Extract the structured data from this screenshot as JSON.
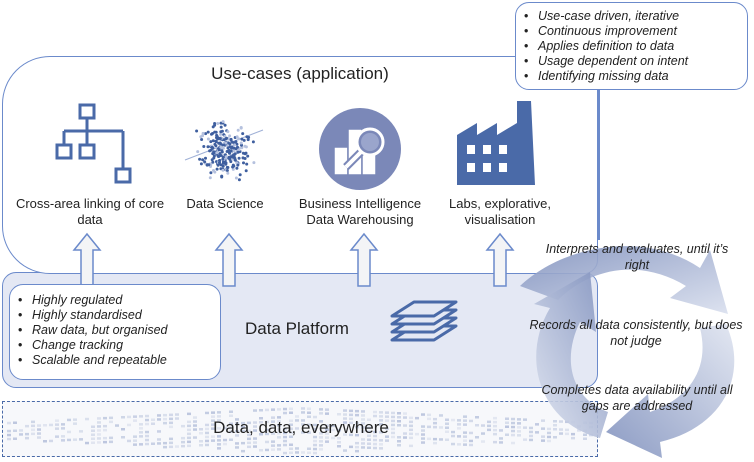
{
  "principles": {
    "items": [
      "Use-case driven, iterative",
      "Continuous improvement",
      "Applies definition to data",
      "Usage dependent on intent",
      "Identifying missing data"
    ]
  },
  "use_cases": {
    "title": "Use-cases (application)",
    "items": [
      {
        "icon": "hierarchy-icon",
        "label_lines": [
          "Cross-area linking of core",
          "data"
        ]
      },
      {
        "icon": "scatter-plot-icon",
        "label_lines": [
          "Data Science"
        ]
      },
      {
        "icon": "bi-magnifier-icon",
        "label_lines": [
          "Business Intelligence",
          "Data Warehousing"
        ]
      },
      {
        "icon": "factory-icon",
        "label_lines": [
          "Labs, explorative,",
          "visualisation"
        ]
      }
    ]
  },
  "platform": {
    "label": "Data Platform",
    "icon": "layers-icon",
    "items": [
      "Highly regulated",
      "Highly standardised",
      "Raw data, but organised",
      "Change tracking",
      "Scalable and repeatable"
    ]
  },
  "data_band": {
    "label": "Data, data,  everywhere"
  },
  "cycle": {
    "steps": [
      {
        "lines": [
          "Interprets and evaluates, until it’s",
          "right"
        ]
      },
      {
        "lines": [
          "Records all data consistently, but does",
          "not judge"
        ]
      },
      {
        "lines": [
          "Completes data availability until all",
          "gaps are addressed"
        ]
      }
    ]
  },
  "colors": {
    "accent": "#4a6aa8",
    "icon": "#4a6aa8",
    "platform_fill": "#e4e8f4",
    "border": "#6b8acb",
    "cycle": "#8a9bc4"
  }
}
